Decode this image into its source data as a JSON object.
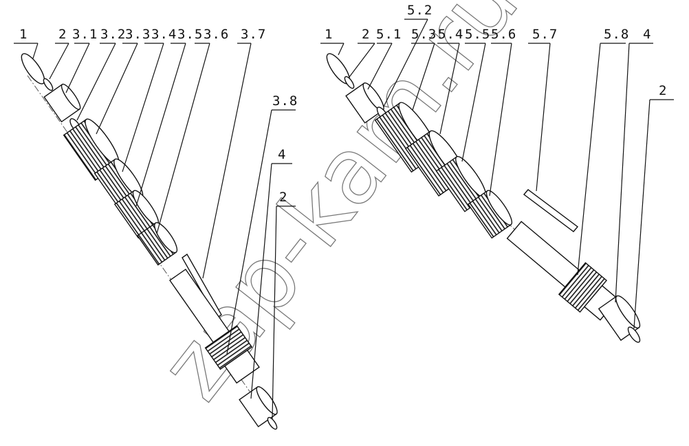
{
  "watermark": "zap-kam.ru",
  "left_assembly": {
    "labels": [
      "1",
      "2",
      "3.1",
      "3.2",
      "3.3",
      "3.4",
      "3.5",
      "3.6",
      "3.7",
      "3.8",
      "4",
      "2"
    ]
  },
  "right_assembly": {
    "labels": [
      "1",
      "2",
      "5.1",
      "5.2",
      "5.3",
      "5.4",
      "5.5",
      "5.6",
      "5.7",
      "5.8",
      "4",
      "2"
    ]
  }
}
